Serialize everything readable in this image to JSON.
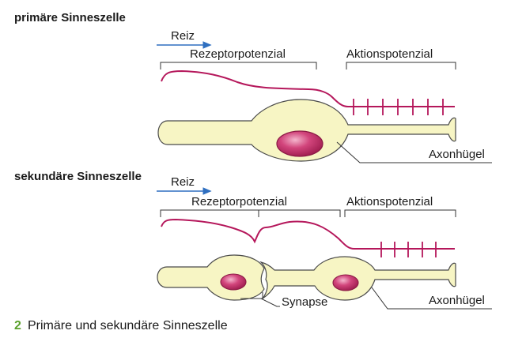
{
  "colors": {
    "cell_fill": "#f7f5c4",
    "cell_stroke": "#4a4a4a",
    "potential_line": "#b5175b",
    "nucleus": "#b8245c",
    "stimulus_arrow": "#2f6fc0",
    "caption_number": "#5aa02c"
  },
  "primary": {
    "title": "primäre Sinneszelle",
    "stimulus": "Reiz",
    "receptor_potential": "Rezeptorpotenzial",
    "action_potential": "Aktionspotenzial",
    "axon_hillock": "Axonhügel"
  },
  "secondary": {
    "title": "sekundäre Sinneszelle",
    "stimulus": "Reiz",
    "receptor_potential": "Rezeptorpotenzial",
    "action_potential": "Aktionspotenzial",
    "synapse": "Synapse",
    "axon_hillock": "Axonhügel"
  },
  "caption": {
    "number": "2",
    "text": "Primäre und sekundäre Sinneszelle"
  }
}
